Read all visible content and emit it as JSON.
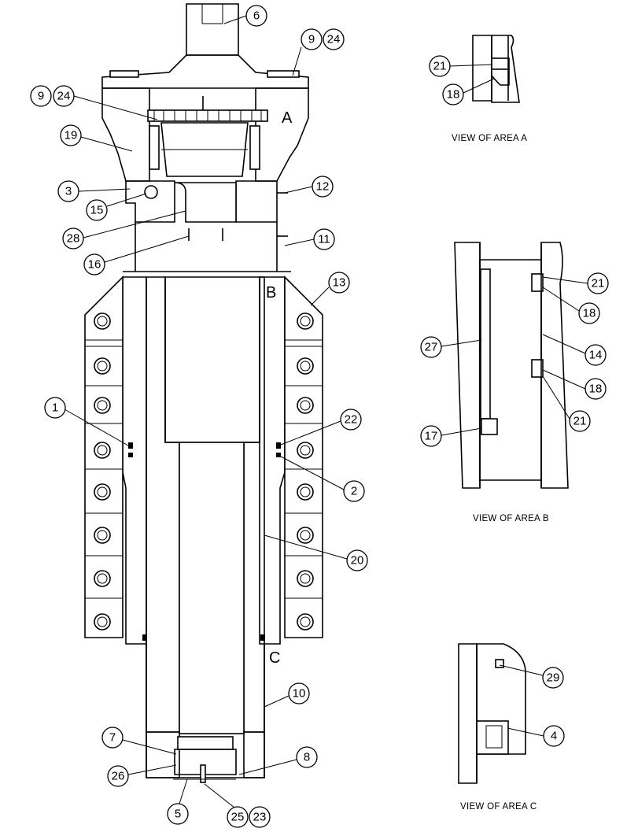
{
  "views": {
    "a": "VIEW OF AREA  A",
    "b": "VIEW OF AREA B",
    "c": "VIEW OF AREA C"
  },
  "area_letters": {
    "a": "A",
    "b": "B",
    "c": "C"
  },
  "callouts": {
    "p6": "6",
    "p9_top": "9",
    "p24_top": "24",
    "p9_left": "9",
    "p24_left": "24",
    "p19": "19",
    "p3": "3",
    "p15": "15",
    "p12": "12",
    "p28": "28",
    "p11": "11",
    "p16": "16",
    "p13": "13",
    "p1": "1",
    "p22": "22",
    "p2": "2",
    "p20": "20",
    "p10": "10",
    "p7": "7",
    "p8": "8",
    "p26": "26",
    "p5": "5",
    "p25": "25",
    "p23": "23",
    "a21": "21",
    "a18": "18",
    "b21_top": "21",
    "b18_top": "18",
    "b27": "27",
    "b14": "14",
    "b18_bot": "18",
    "b21_bot": "21",
    "b17": "17",
    "c29": "29",
    "c4": "4"
  }
}
